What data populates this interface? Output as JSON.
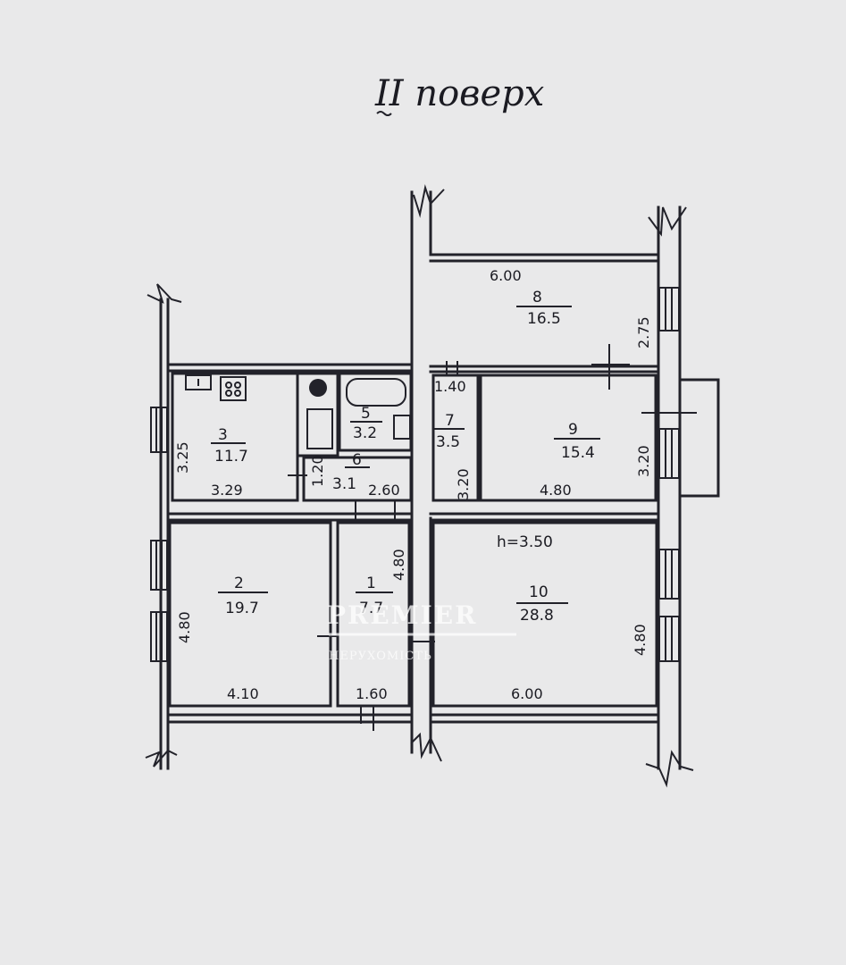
{
  "title": "II поверх",
  "ceiling_height": "h=3.50",
  "rooms": [
    {
      "num": "1",
      "area": "7.7"
    },
    {
      "num": "2",
      "area": "19.7"
    },
    {
      "num": "3",
      "area": "11.7"
    },
    {
      "num": "5",
      "area": "3.2"
    },
    {
      "num": "6",
      "area": "3.1"
    },
    {
      "num": "7",
      "area": "3.5"
    },
    {
      "num": "8",
      "area": "16.5"
    },
    {
      "num": "9",
      "area": "15.4"
    },
    {
      "num": "10",
      "area": "28.8"
    }
  ],
  "dims": {
    "r8_width": "6.00",
    "r8_height": "2.75",
    "r3_height": "3.25",
    "r3_width": "3.29",
    "r6_height": "1.20",
    "r6_width": "2.60",
    "r7_top": "1.40",
    "r7_height": "3.20",
    "r9_width": "4.80",
    "r9_height": "3.20",
    "r2_height": "4.80",
    "r2_width": "4.10",
    "r1_height": "4.80",
    "r1_width": "1.60",
    "r10_width": "6.00",
    "r10_height": "4.80"
  },
  "watermark": {
    "brand": "PREMIER",
    "sub": "НЕРУХОМІСТЬ"
  }
}
